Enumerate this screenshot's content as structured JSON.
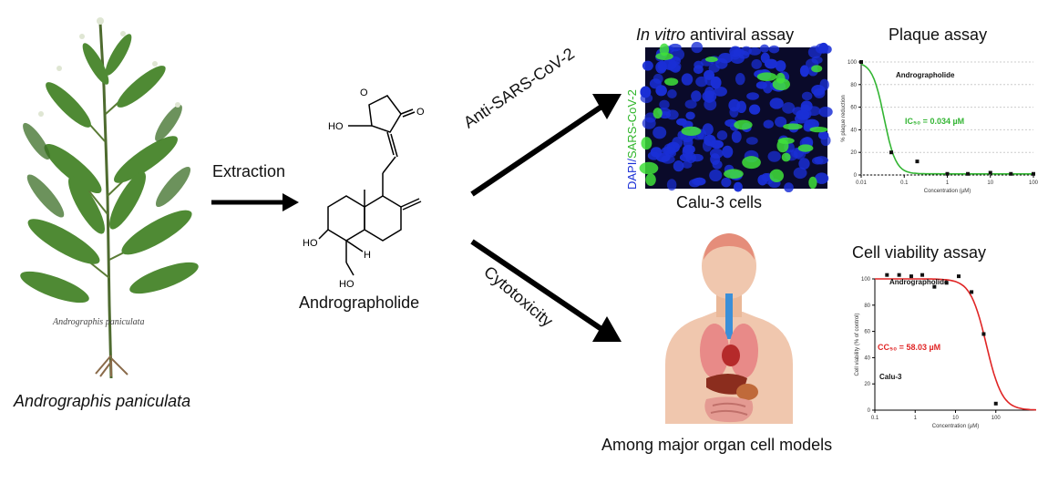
{
  "plant": {
    "caption": "Andrographis paniculata",
    "specimen_label": "Andrographis paniculata"
  },
  "steps": {
    "extraction": "Extraction",
    "antiviral": "Anti-SARS-CoV-2",
    "cytotoxicity": "Cytotoxicity"
  },
  "compound": {
    "name": "Andrographolide",
    "atom_labels": [
      "HO",
      "O",
      "O",
      "HO",
      "H",
      "HO"
    ]
  },
  "microscopy": {
    "title_italic": "In vitro",
    "title_rest": " antiviral assay",
    "stain_dapi": "DAPI/",
    "stain_sars": "SARS-CoV-2",
    "cells": "Calu-3 cells"
  },
  "body_panel": {
    "caption": "Among major organ cell models"
  },
  "colors": {
    "dapi_blue": "#1a2fd6",
    "virus_green": "#3fe03a",
    "ic50_green": "#33b533",
    "cc50_red": "#e02525",
    "arrow": "#000000"
  },
  "chart_data": [
    {
      "type": "line",
      "title": "Plaque assay",
      "annotation_compound": "Andrographolide",
      "annotation_value": "IC₅₀ = 0.034 µM",
      "xlabel": "Concentration (µM)",
      "ylabel": "% plaque reduction",
      "x_scale": "log",
      "xlim": [
        0.01,
        100
      ],
      "ylim": [
        0,
        100
      ],
      "x_ticks": [
        "0.01",
        "0.1",
        "1",
        "10",
        "100"
      ],
      "y_ticks": [
        "0",
        "20",
        "40",
        "60",
        "80",
        "100"
      ],
      "series": [
        {
          "x": [
            0.01,
            0.05,
            0.2,
            1,
            3,
            10,
            30,
            100
          ],
          "y": [
            100,
            20,
            12,
            1,
            1,
            2,
            1,
            1
          ]
        }
      ]
    },
    {
      "type": "line",
      "title": "Cell viability assay",
      "annotation_compound": "Andrographolide",
      "annotation_value": "CC₅₀ = 58.03 µM",
      "annotation_cell": "Calu-3",
      "xlabel": "Concentration (µM)",
      "ylabel": "Cell viability (% of control)",
      "x_scale": "log",
      "xlim": [
        0.1,
        1000
      ],
      "ylim": [
        0,
        100
      ],
      "x_ticks": [
        "0.1",
        "1",
        "10",
        "100"
      ],
      "y_ticks": [
        "0",
        "20",
        "40",
        "60",
        "80",
        "100"
      ],
      "series": [
        {
          "x": [
            0.2,
            0.4,
            0.8,
            1.5,
            3,
            6,
            12,
            25,
            50,
            100
          ],
          "y": [
            103,
            103,
            102,
            103,
            94,
            97,
            102,
            90,
            58,
            5
          ]
        }
      ]
    }
  ]
}
